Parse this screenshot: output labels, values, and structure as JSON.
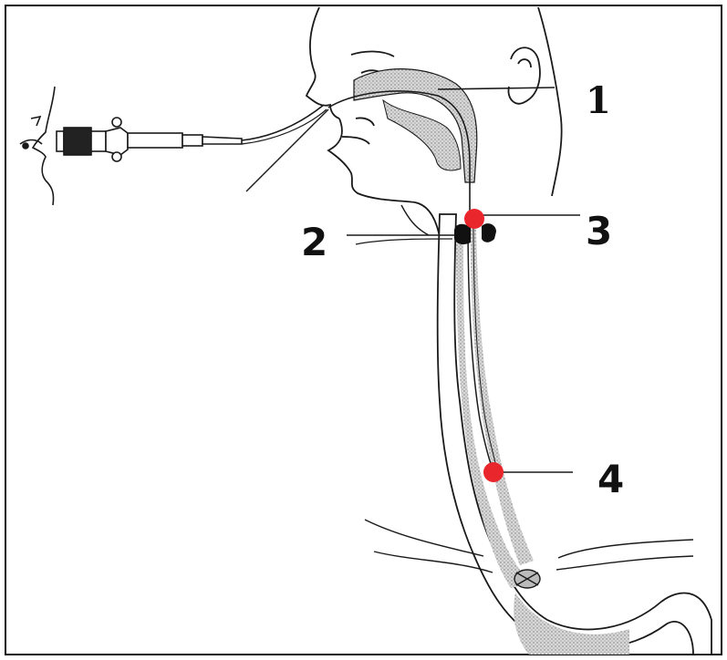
{
  "labels": {
    "l1": "1",
    "l2": "2",
    "l3": "3",
    "l4": "4"
  },
  "colors": {
    "marker": "#e8262b",
    "line": "#1a1a1a",
    "stipple": "#9a9a9a",
    "frame": "#111111",
    "clamp": "#111111"
  },
  "icons": {
    "scope": "endoscope-icon",
    "marker": "red-dot-marker"
  }
}
